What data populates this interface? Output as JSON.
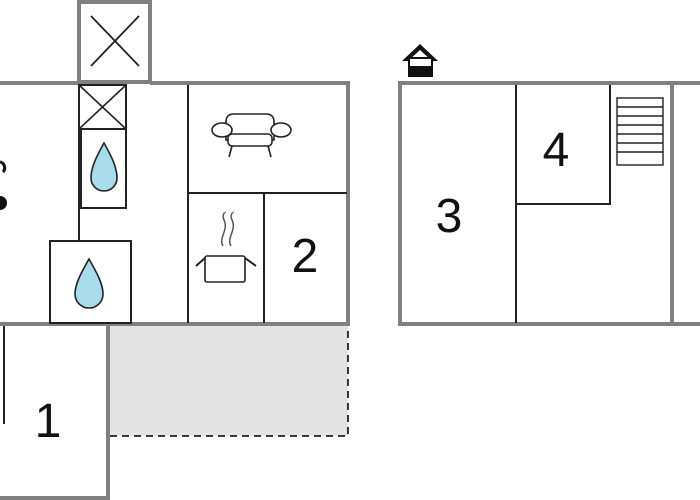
{
  "rooms": {
    "room_1": "1",
    "room_2": "2",
    "room_3": "3",
    "room_4": "4"
  },
  "icons": {
    "chimney": "chimney-icon",
    "sofa": "sofa-icon",
    "cooking_pot": "cooking-pot-icon",
    "water_drop_shower": "water-drop-icon",
    "water_drop_sink": "water-drop-icon",
    "staircase": "staircase-icon",
    "house": "house-icon"
  },
  "colors": {
    "outer_wall": "#808080",
    "inner_wall": "#222222",
    "terrace": "#e3e3e3",
    "water": "#a9dcea"
  }
}
